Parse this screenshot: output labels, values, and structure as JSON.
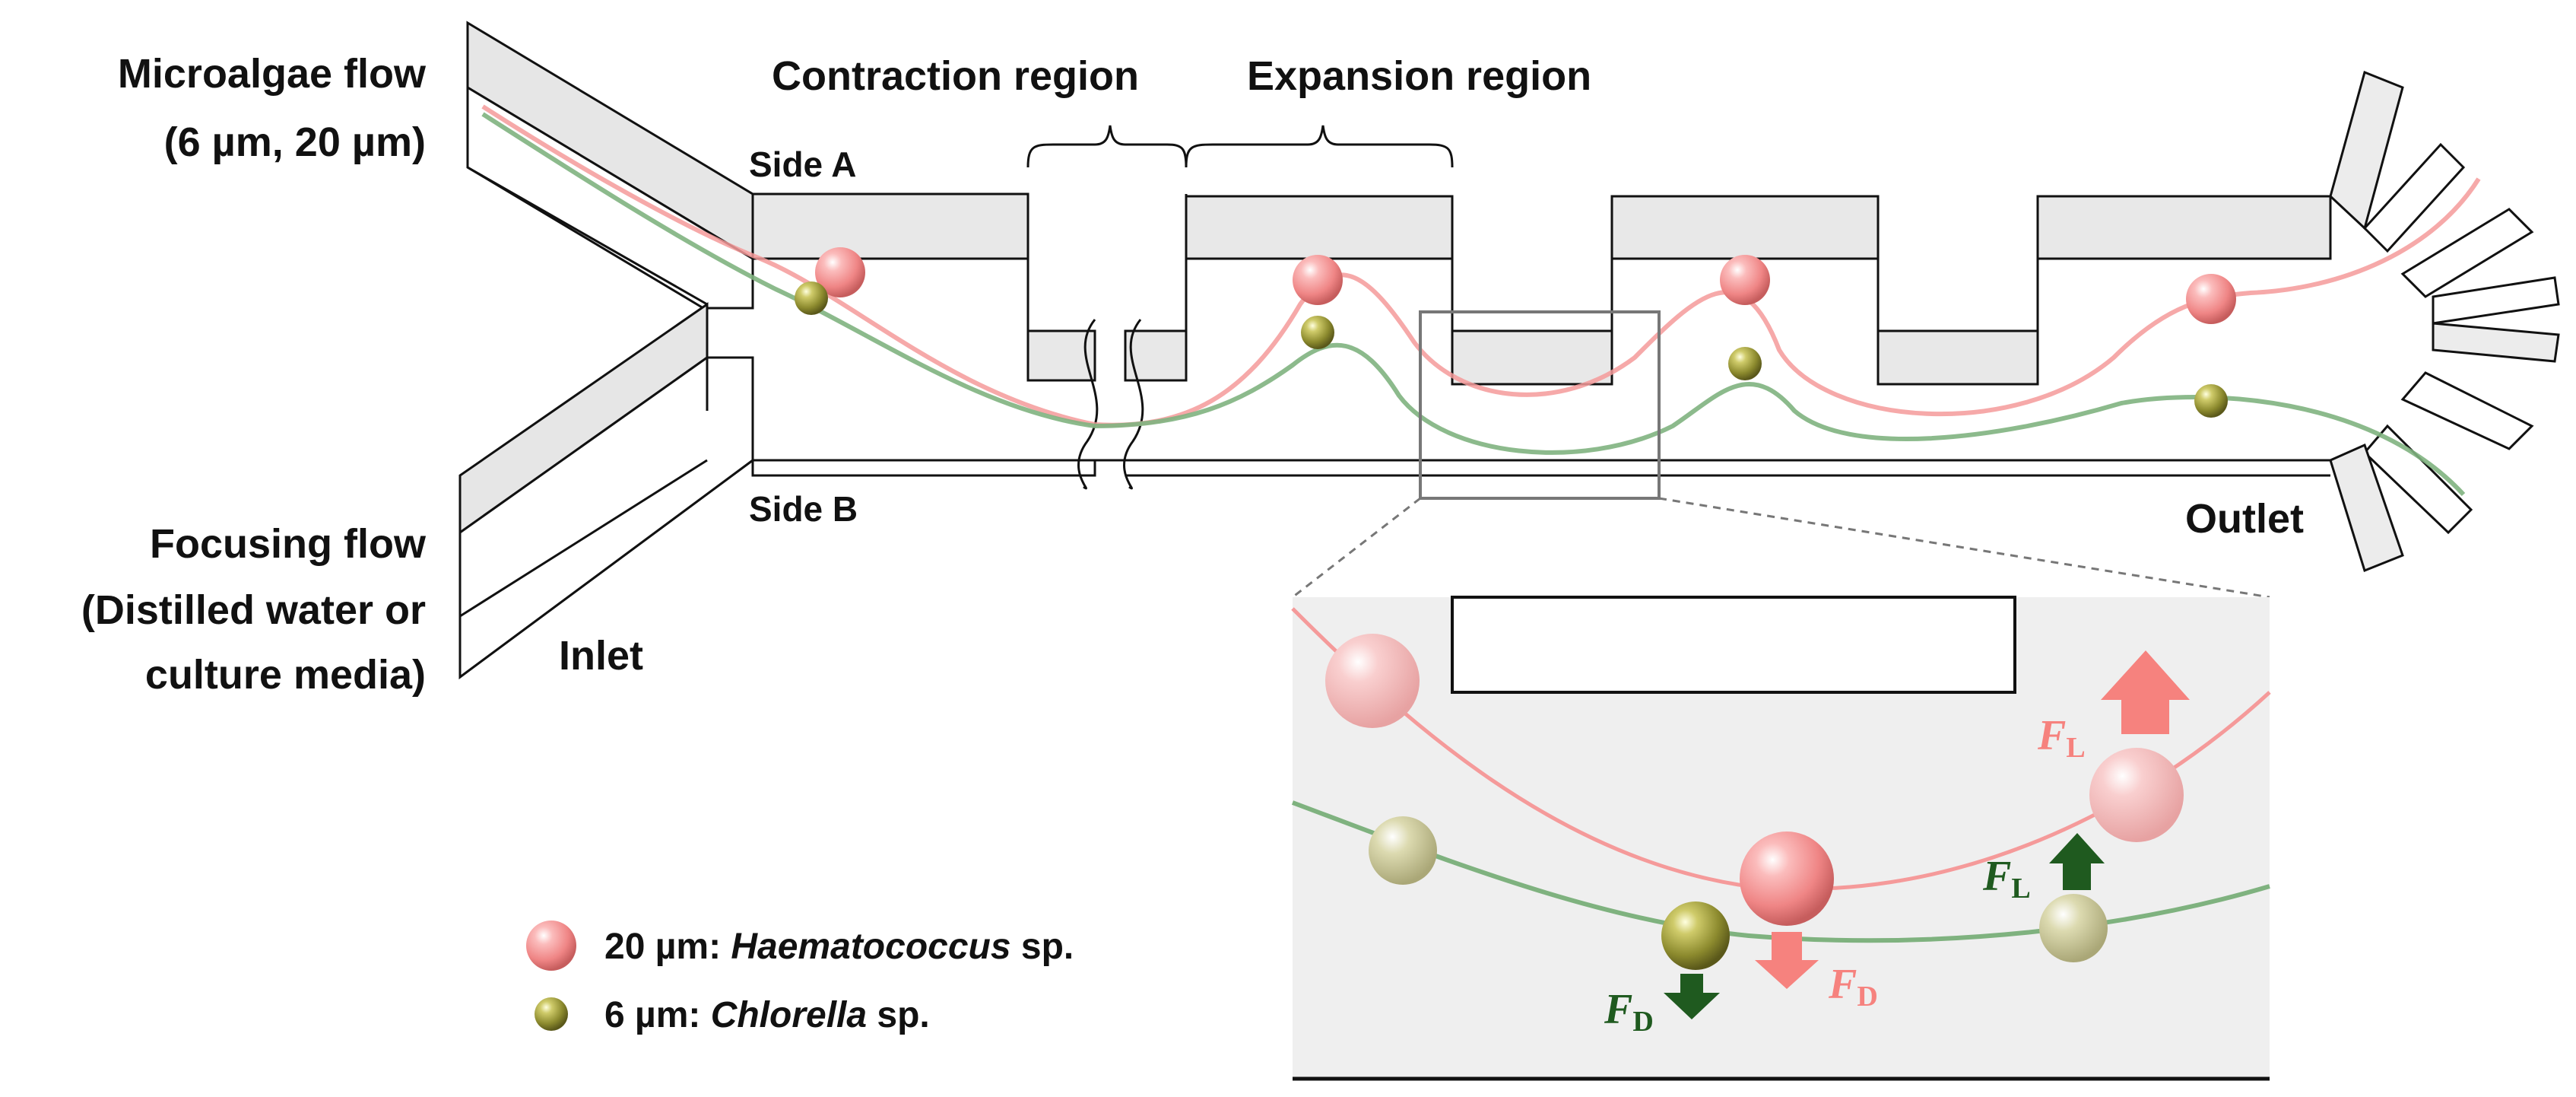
{
  "labels": {
    "microalgae_flow": "Microalgae flow",
    "microalgae_sizes": "(6 µm, 20 µm)",
    "focusing_flow": "Focusing flow",
    "focusing_media_1": "(Distilled water or",
    "focusing_media_2": "culture media)",
    "inlet": "Inlet",
    "outlet": "Outlet",
    "side_a": "Side A",
    "side_b": "Side B",
    "contraction_region": "Contraction region",
    "expansion_region": "Expansion region"
  },
  "forces": {
    "lift_symbol": "F",
    "lift_sub": "L",
    "drag_symbol": "F",
    "drag_sub": "D"
  },
  "legend": {
    "large": {
      "size": "20 µm: ",
      "species": "Haematococcus",
      "suffix": " sp."
    },
    "small": {
      "size": "6 µm: ",
      "species": "Chlorella",
      "suffix": " sp."
    }
  },
  "colors": {
    "haematococcus": "#f08a8a",
    "chlorella": "#8c8a2e",
    "lift_drag_pink": "#f6827e",
    "lift_drag_green": "#1f5a1f",
    "channel_fill": "#ececec",
    "inset_fill": "#efefef"
  }
}
